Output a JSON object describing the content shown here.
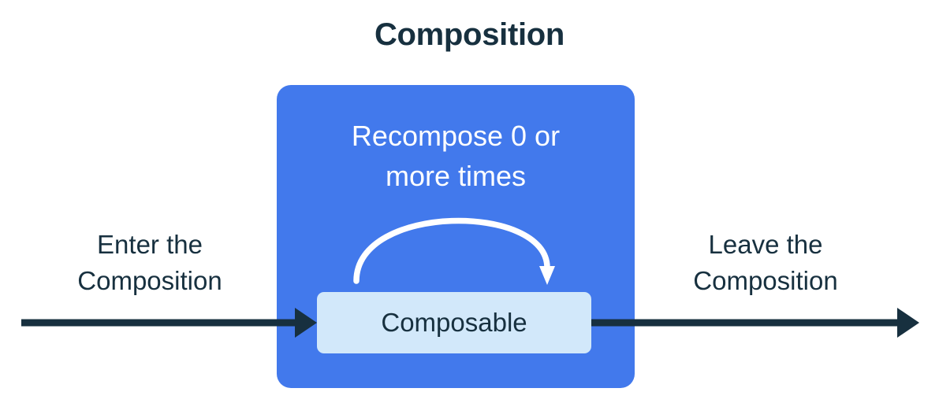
{
  "title": "Composition",
  "composition": {
    "recompose_caption_line1": "Recompose 0 or",
    "recompose_caption_line2": "more times",
    "composable_label": "Composable"
  },
  "labels": {
    "enter_line1": "Enter the",
    "enter_line2": "Composition",
    "leave_line1": "Leave the",
    "leave_line2": "Composition"
  },
  "icons": {
    "enter_arrow": "arrow-right-icon",
    "leave_arrow": "arrow-right-icon",
    "recompose_arrow": "curved-loop-arrow-icon"
  },
  "colors": {
    "background": "#ffffff",
    "composition_blue": "#4279ec",
    "composable_light_blue": "#d2e8fa",
    "ink_navy": "#17303f",
    "arrow_white": "#ffffff"
  }
}
